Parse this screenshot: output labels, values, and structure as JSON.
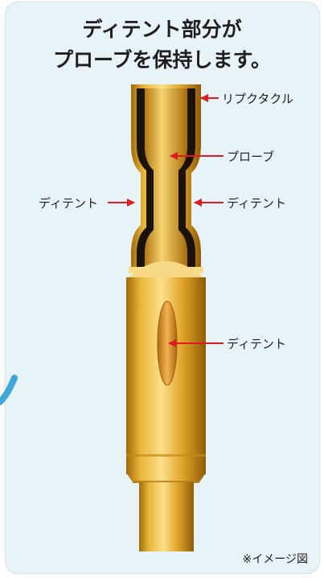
{
  "title": {
    "line1": "ディテント部分が",
    "line2": "プローブを保持します。"
  },
  "labels": {
    "receptacle": "リプクタクル",
    "probe": "プローブ",
    "detent_left": "ディテント",
    "detent_right": "ディテント",
    "detent_center": "ディテント"
  },
  "note": "※イメージ図",
  "colors": {
    "background": "#e8f3f7",
    "gold": "#e0b23a",
    "arrow": "#e11b22",
    "accent_blue": "#3fa7d9"
  }
}
